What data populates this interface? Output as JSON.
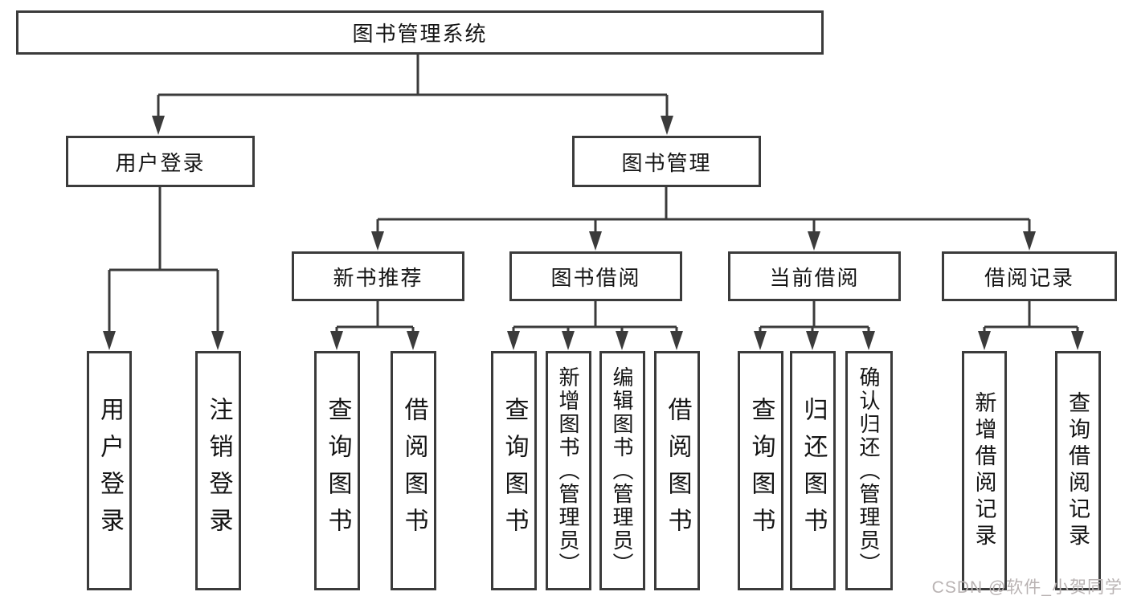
{
  "tree": {
    "root": {
      "label": "图书管理系统",
      "children": [
        {
          "label": "用户登录",
          "children": [
            {
              "label": "用户登录"
            },
            {
              "label": "注销登录"
            }
          ]
        },
        {
          "label": "图书管理",
          "children": [
            {
              "label": "新书推荐",
              "children": [
                {
                  "label": "查询图书"
                },
                {
                  "label": "借阅图书"
                }
              ]
            },
            {
              "label": "图书借阅",
              "children": [
                {
                  "label": "查询图书"
                },
                {
                  "label": "新增图书（管理员）"
                },
                {
                  "label": "编辑图书（管理员）"
                },
                {
                  "label": "借阅图书"
                }
              ]
            },
            {
              "label": "当前借阅",
              "children": [
                {
                  "label": "查询图书"
                },
                {
                  "label": "归还图书"
                },
                {
                  "label": "确认归还（管理员）"
                }
              ]
            },
            {
              "label": "借阅记录",
              "children": [
                {
                  "label": "新增借阅记录"
                },
                {
                  "label": "查询借阅记录"
                }
              ]
            }
          ]
        }
      ]
    }
  },
  "watermark": {
    "text": "CSDN @软件_小贺同学"
  },
  "colors": {
    "line": "#3b3b3b",
    "text": "#141414",
    "box_fill": "#ffffff",
    "background": "#ffffff",
    "watermark": "#b9b3b3"
  }
}
